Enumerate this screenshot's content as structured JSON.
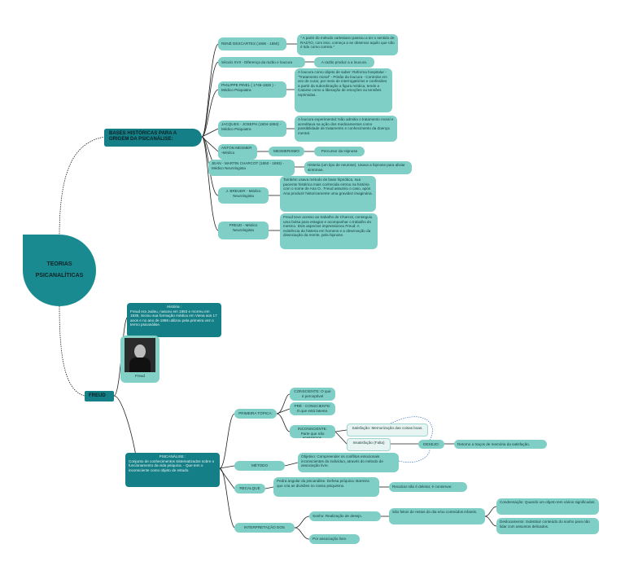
{
  "root": {
    "line1": "TEORIAS",
    "line2": "PSICANALÍTICAS"
  },
  "bases": {
    "title": "BASES HISTÓRICAS PARA A ORIGEM DA PSICANÁLISE:",
    "descartes": {
      "label": "RENÉ DESCARTES (1596 - 1650)",
      "text": "\" A partir do método cartesiano passou a ter o sentido de RAZÃO, com isso, começa a se observar aquilo que não é tido como correto.\""
    },
    "seculo": {
      "label": "Século XVII - Diferença da razão e loucura",
      "text": "A razão produz a a loucura."
    },
    "pinel": {
      "label": "PHILIPPE PINEL ( 1745-1826 ) -Médico Psiquiatra",
      "text": "A loucura como objeto de saber: Reforma hospitalar - \"Tratamento moral\" - Prisão da loucura - Controlar em vez de curar, por meio de interrogatórios e confissões a partir da subordinação a figura médica, tende a Catarse como a liberação de emoções ou tensões reprimidas."
    },
    "esquirol": {
      "label": "JACQUES - JOSEPH (1804-1884) - Médico Psiquiatra",
      "text": "A loucura experimental: Não admitia o tratamento moral e acreditava na ação dos medicamentos como possibilidade de tratamento e conhecimento da doença mental."
    },
    "mesmer": {
      "label": "ANTON MESMER -Médico",
      "mid": "MESMERISMO",
      "text": "Percursor da Hipnose"
    },
    "charcot": {
      "label": "JEAN - MARTIN CHARCOT (1850 - 1893) - Médico Neurologista",
      "text": "Histeria (um tipo de neurose). Usava a hipnose para aliviar sintomas."
    },
    "breuer": {
      "label": "J. BREUER - Médico Neurologista",
      "text": "Também usava método de base hipnótica, sua paciente histérica mais conhecida entrou na história com o nome de Ana O.. Freud assumiu o caso, após Ana produzir historicamente uma gravidez imaginária."
    },
    "freud": {
      "label": "FREUD - Médico Neurologista",
      "text": "Freud teve acesso ao trabalho de Charcot, conseguiu uma bolsa para estagiar e acompanhar o trabalho do mesmo. Dois aspectos impressionou Freud: A existência da histeria em homens e a observação da dissociação da mente, pela hipnose."
    }
  },
  "freud": {
    "title": "FREUD",
    "historia": {
      "title": "História :",
      "text": "Freud era Judeu, nasceu em 1853 e morreu em 1939, iniciou sua formação médica em Viena aos 17 anos e no ano de 1896 utilizou pela primeira vez o termo psicanálise."
    },
    "photo_caption": "Freud",
    "psicanalise": {
      "title": "PSICANÁLISE :",
      "text": "Conjunto de conhecimentos sistematizados sobre o funcionamento da vida psíquica. - Que tem o inconsciente como objeto de estudo."
    },
    "primeira": {
      "label": "PRIMEIRA TÓPICA:",
      "consciente": "CONSCIENTE: O que é perceptível",
      "pre": "PRÉ - CONSCIENTE: O que está latente.",
      "inconsciente": "INCONSCIENTE: Parte que não acessamos.",
      "satisfacao": "Satisfação: Memorização das coisas boas.",
      "insatisfacao": "Insatisfação (Falta)",
      "desejo": "DESEJO:",
      "retorno": "Retorno a traços de memória da satisfação."
    },
    "metodo": {
      "label": "MÉTODO PSICANALÍTICO",
      "text": "Objetivo: Compreender os conflitos emocionais inconscientes do indivíduo, através do método de associação livre."
    },
    "recalque": {
      "label": "RECALQUE",
      "text": "Pedra angular da psicanálise. Defesa psíquica: Barreira que cria as divisões no nosso psiquismo.",
      "extra": "Recalcar não é deletar, é conservar."
    },
    "sonhos": {
      "label": "INTERPRETAÇÃO DOS SONHOS:",
      "sonho": "Sonho: Realização de desejo.",
      "restos": "São feitos de restos do dia e/ou conteúdos infantis.",
      "condensacao": "Condensação: Quando um objeto tem vários significados.",
      "deslocamento": "Deslocamento: Substituir conteúdo do sonho para não lidar com assuntos delicados.",
      "associacao": "Por associação livre."
    }
  }
}
